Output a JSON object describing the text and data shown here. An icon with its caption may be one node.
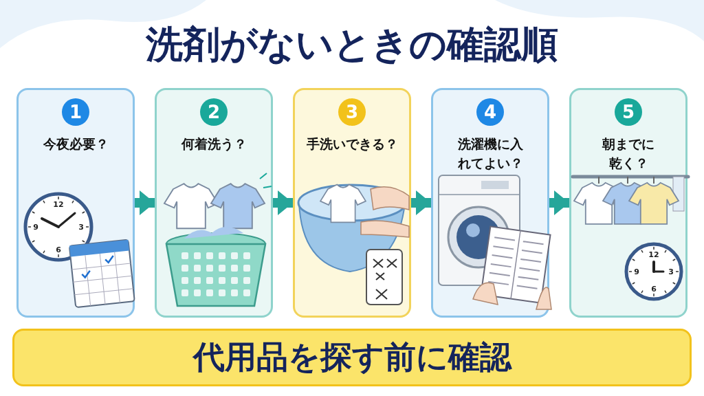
{
  "diagram": {
    "title": "洗剤がないときの確認順",
    "nodes": [
      {
        "text": [
          "1",
          "今夜必要？"
        ]
      },
      {
        "text": [
          "2",
          "何着洗う？"
        ]
      },
      {
        "text": [
          "3",
          "手洗いできる？"
        ]
      },
      {
        "text": [
          "4",
          "洗濯機に入れてよい？"
        ]
      },
      {
        "text": [
          "5",
          "朝までに乾く？"
        ]
      },
      {
        "text": [
          "代用品を探す前に確認"
        ]
      }
    ],
    "edges": [
      {
        "from": 0,
        "to": 1,
        "arrow": "to"
      },
      {
        "from": 1,
        "to": 2,
        "arrow": "to"
      },
      {
        "from": 2,
        "to": 3,
        "arrow": "to"
      },
      {
        "from": 3,
        "to": 4,
        "arrow": "to"
      }
    ],
    "labels": [
      "12",
      "9",
      "3",
      "6",
      "12",
      "9",
      "3",
      "6"
    ]
  }
}
